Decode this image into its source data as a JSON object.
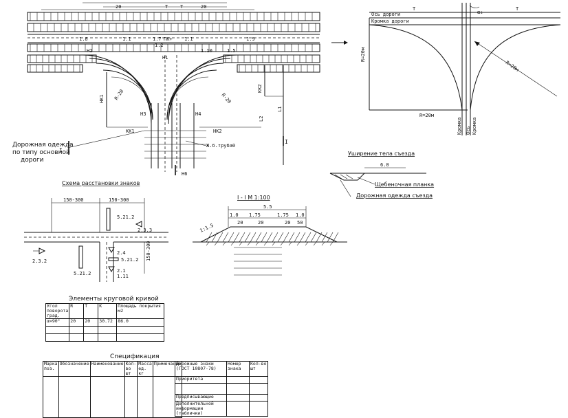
{
  "plan": {
    "top_dims": [
      "20",
      "T",
      "T",
      "20"
    ],
    "pk_labels": [
      "1.8",
      "1.1",
      "1.7",
      "ПК+",
      "1.1",
      "1.9"
    ],
    "curve_labels": [
      "Н2",
      "1.2",
      "Н1",
      "1.10",
      "1.5",
      "Н3",
      "Н4",
      "Н6"
    ],
    "radius_left": "R-20",
    "radius_right": "R-20",
    "left_dims": [
      "НК1",
      "КК1"
    ],
    "right_dims": [
      "КК2",
      "НК2",
      "L1",
      "L2"
    ],
    "pipe_label": "Ж.б.труба0",
    "pavement_note": [
      "Дорожная одежда",
      "по типу основной",
      "дороги"
    ],
    "roman_marker": "I"
  },
  "detail": {
    "angle": "α₂",
    "road_edge": "Ось дороги",
    "edge_label": "Кромка дороги",
    "t_labels": [
      "T",
      "T"
    ],
    "r_vertical": "R=20м",
    "r_diagonal": "R=20м",
    "r_bottom": "R=20м",
    "edge_vertical_labels": [
      "Кромка",
      "Ось",
      "Кромка"
    ]
  },
  "signs_scheme": {
    "title": "Схема расстановки знаков",
    "dims": [
      "150-300",
      "150-300",
      "150-300"
    ],
    "sign_labels": [
      "5.21.2",
      "2.3.3",
      "2.3.2",
      "5.21.2",
      "2.4",
      "5.21.2",
      "2.1",
      "1.11"
    ]
  },
  "thickening": {
    "title": "Уширение тела съезда",
    "dim": "6.0",
    "labels": [
      "Щебеночная планка",
      "Дорожная одежда съезда"
    ]
  },
  "section": {
    "title": "I - I  М 1:100",
    "total": "5.5",
    "parts": [
      "1.0",
      "1.75",
      "1.75",
      "1.0"
    ],
    "slopes": [
      "20",
      "20",
      "20",
      "50"
    ],
    "slope_ratio": "1:1.5"
  },
  "curve_table": {
    "title": "Элементы круговой кривой",
    "headers": [
      "Угол поворота град.",
      "R",
      "T",
      "К",
      "Площадь покрытия м2"
    ],
    "rows": [
      [
        "α=90°",
        "20",
        "20",
        "30.72",
        "86.0"
      ],
      [
        "",
        "",
        "",
        "",
        ""
      ],
      [
        "",
        "",
        "",
        "",
        ""
      ]
    ]
  },
  "spec": {
    "title": "Спецификация",
    "headers": [
      "Марка поз.",
      "Обозначение",
      "Наименование",
      "Кол-во шт",
      "Масса ед. кг",
      "Примечание"
    ],
    "right_headers": [
      "Дорожные знаки (ГОСТ 10807-78)",
      "Номер знака",
      "Кол-во шт"
    ],
    "right_rows": [
      "Приоритета",
      "Предписывающие",
      "Дополнительной информации (таблички)"
    ]
  }
}
